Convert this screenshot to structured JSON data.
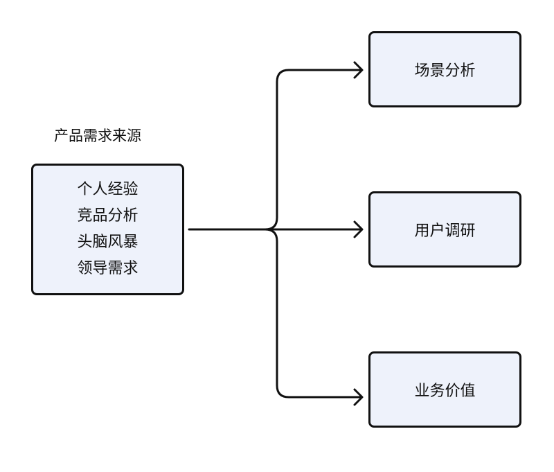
{
  "diagram": {
    "source_caption": "产品需求来源",
    "source_items": [
      "个人经验",
      "竞品分析",
      "头脑风暴",
      "领导需求"
    ],
    "targets": [
      "场景分析",
      "用户调研",
      "业务价值"
    ],
    "colors": {
      "box_fill": "#eef2fb",
      "stroke": "#111111"
    }
  }
}
